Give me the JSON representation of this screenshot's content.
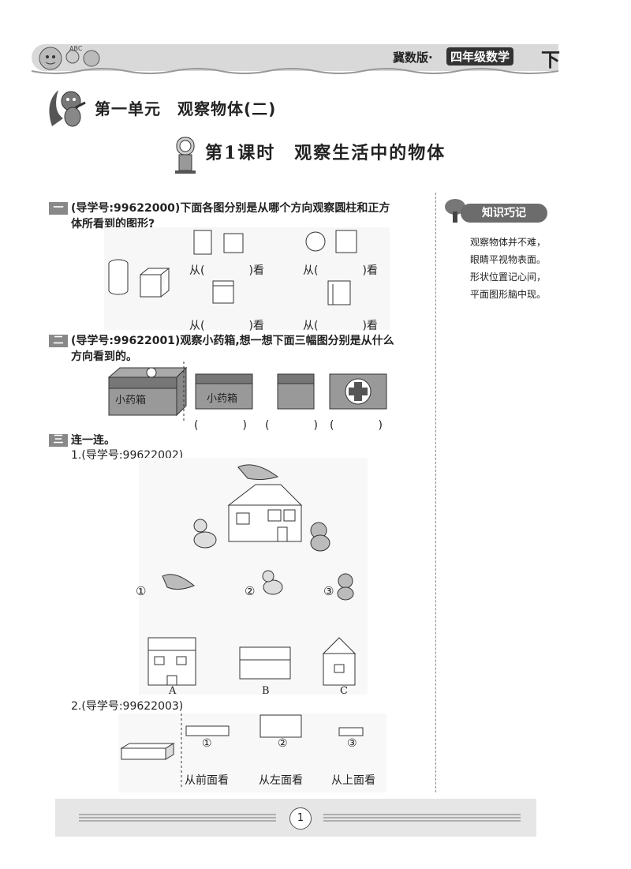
{
  "header": {
    "publisher": "冀数版",
    "dot": "·",
    "grade": "四年级数学",
    "volume": "下"
  },
  "unit": {
    "title": "第一单元　观察物体(二)"
  },
  "lesson": {
    "title": "第1课时　观察生活中的物体"
  },
  "knowledge_box": {
    "title": "知识巧记",
    "lines": [
      "观察物体并不难，",
      "眼睛平视物表面。",
      "形状位置记心间，",
      "平面图形脑中现。"
    ]
  },
  "sections": [
    {
      "badge": "一",
      "text_line1": "(导学号:99622000)下面各图分别是从哪个方向观察圆柱和正方",
      "text_line2": "体所看到的图形?",
      "answers": [
        "从(　　　　)看",
        "从(　　　　)看",
        "从(　　　　)看",
        "从(　　　　)看"
      ]
    },
    {
      "badge": "二",
      "text_line1": "(导学号:99622001)观察小药箱,想一想下面三幅图分别是从什么",
      "text_line2": "方向看到的。",
      "box_label": "小药箱",
      "view_label": "小药箱",
      "answers": [
        "(　　　　)",
        "(　　　　)",
        "(　　　　)"
      ]
    },
    {
      "badge": "三",
      "text": "连一连。",
      "sub1": "1.(导学号:99622002)",
      "animals": [
        "①",
        "②",
        "③"
      ],
      "options": [
        "A",
        "B",
        "C"
      ],
      "sub2": "2.(导学号:99622003)",
      "shapes": [
        "①",
        "②",
        "③"
      ],
      "views": [
        "从前面看",
        "从左面看",
        "从上面看"
      ]
    }
  ],
  "page_number": "1"
}
